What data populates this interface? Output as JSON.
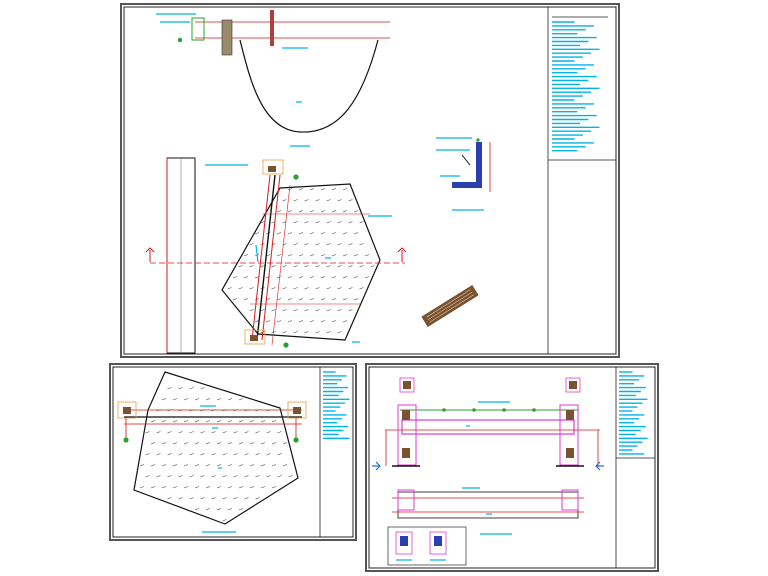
{
  "drawing": {
    "sheets": [
      {
        "id": "sheet-1",
        "note_lines": 34
      },
      {
        "id": "sheet-2",
        "note_lines": 18
      },
      {
        "id": "sheet-3",
        "note_lines": 22
      }
    ]
  },
  "colors": {
    "frame": "#555555",
    "annotation": "#00b4e8",
    "dimension": "#d61a1a",
    "outline": "#111111",
    "detail": "#2da02d",
    "callout": "#e03ad0",
    "stone": "#7a5230",
    "bracket": "#e8a040"
  }
}
